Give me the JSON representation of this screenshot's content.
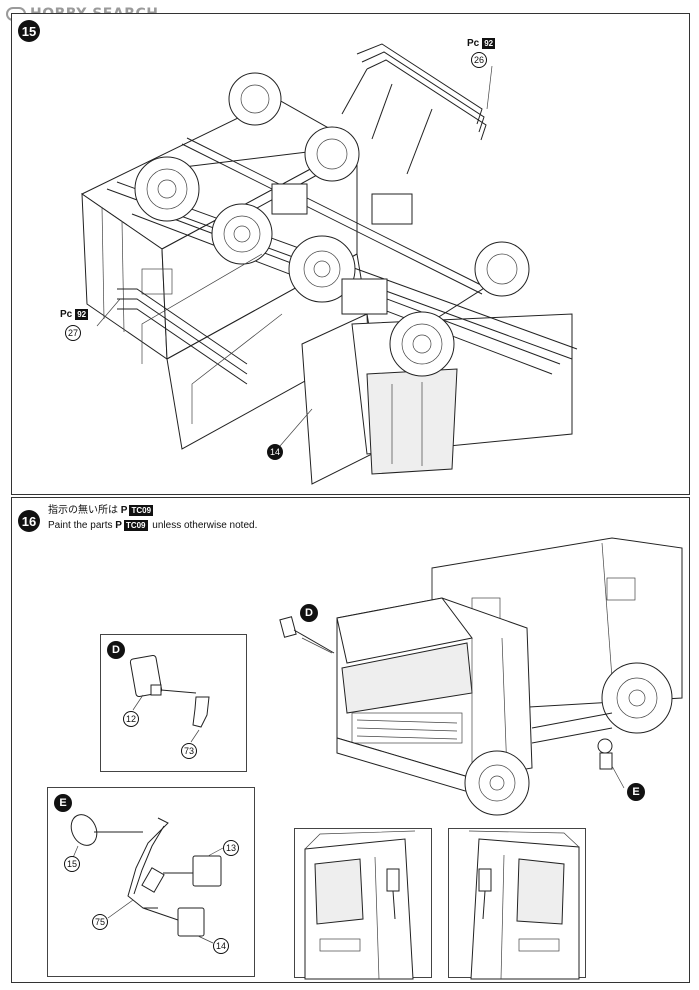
{
  "watermark": {
    "text": "HOBBY SEARCH"
  },
  "step15": {
    "number": "15",
    "parts": [
      {
        "id": "26",
        "color_prefix": "Pc",
        "color_code": "92"
      },
      {
        "id": "27",
        "color_prefix": "Pc",
        "color_code": "92"
      }
    ],
    "body_part": "14"
  },
  "step16": {
    "number": "16",
    "note_jp_prefix": "指示の無い所は",
    "note_en_prefix": "Paint the parts",
    "note_en_suffix": "unless otherwise noted.",
    "paint_code": "TC09",
    "paint_prefix": "P",
    "detail_D": {
      "letter": "D",
      "parts": [
        "12",
        "73"
      ]
    },
    "detail_E": {
      "letter": "E",
      "parts": [
        "15",
        "13",
        "75",
        "14"
      ]
    },
    "callouts": [
      "D",
      "E"
    ]
  }
}
